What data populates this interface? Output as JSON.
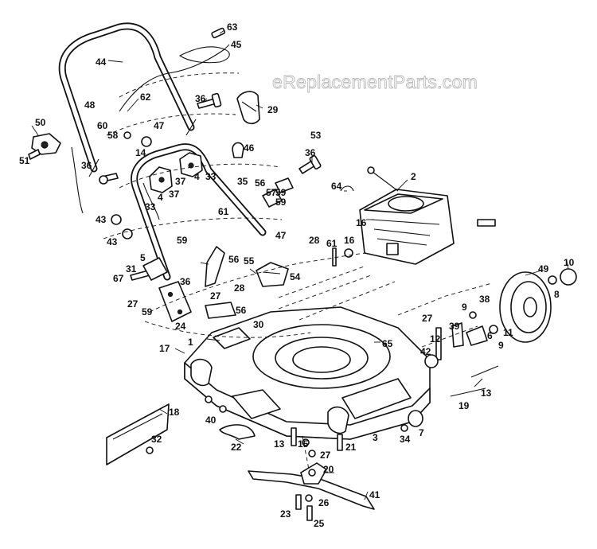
{
  "watermark": "eReplacementParts.com",
  "colors": {
    "ink": "#111111",
    "paper": "#ffffff",
    "watermark": "#b8b8b8"
  },
  "callouts": [
    "63",
    "45",
    "44",
    "62",
    "36",
    "29",
    "48",
    "60",
    "47",
    "58",
    "14",
    "50",
    "51",
    "53",
    "46",
    "36",
    "36",
    "37",
    "4",
    "33",
    "37",
    "4",
    "33",
    "35",
    "2",
    "56",
    "57",
    "64",
    "59",
    "61",
    "43",
    "43",
    "16",
    "47",
    "28",
    "59",
    "61",
    "16",
    "5",
    "56",
    "55",
    "54",
    "31",
    "67",
    "36",
    "27",
    "28",
    "27",
    "59",
    "56",
    "30",
    "49",
    "10",
    "8",
    "9",
    "38",
    "27",
    "39",
    "12",
    "6",
    "11",
    "9",
    "1",
    "65",
    "17",
    "42",
    "13",
    "19",
    "18",
    "40",
    "34",
    "7",
    "13",
    "15",
    "27",
    "21",
    "3",
    "20",
    "22",
    "32",
    "41",
    "23",
    "26",
    "25",
    "24",
    "59",
    "57"
  ]
}
